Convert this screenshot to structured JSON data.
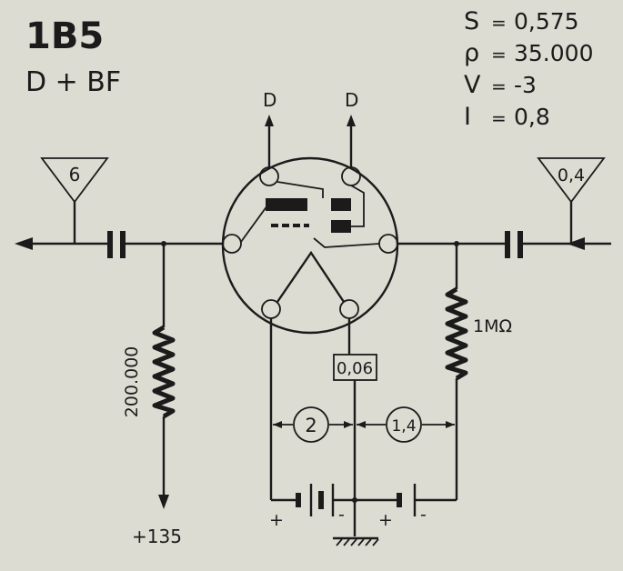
{
  "tube": {
    "type": "1B5",
    "function": "D + BF"
  },
  "specs": [
    {
      "symbol": "S",
      "sep": "=",
      "value": "0,575"
    },
    {
      "symbol": "ρ",
      "sep": "=",
      "value": "35.000"
    },
    {
      "symbol": "V",
      "sep": "=",
      "value": "-3"
    },
    {
      "symbol": "I",
      "sep": "=",
      "value": "0,8"
    }
  ],
  "diode_label_1": "D",
  "diode_label_2": "D",
  "input_antenna_value": "0,4",
  "output_antenna_value": "6",
  "filament_current": "0,06",
  "plate_resistor": "200.000",
  "grid_resistor": "1MΩ",
  "plate_supply": "+135",
  "filament_battery_voltage": "2",
  "bias_battery_voltage": "1,4",
  "battery_signs": {
    "plus_left": "+",
    "minus_left": "-",
    "plus_right": "+",
    "minus_right": "-"
  }
}
